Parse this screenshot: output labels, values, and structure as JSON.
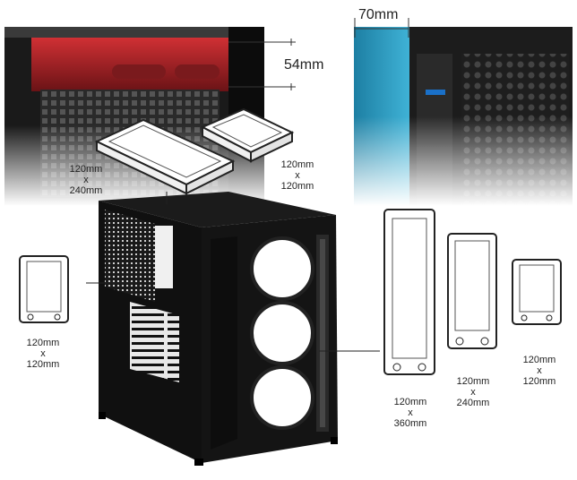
{
  "dimensions": {
    "top_gap": "54mm",
    "side_gap": "70mm"
  },
  "radiators": {
    "top_large": {
      "w": "120mm",
      "x": "x",
      "h": "240mm"
    },
    "top_small": {
      "w": "120mm",
      "x": "x",
      "h": "120mm"
    },
    "rear": {
      "w": "120mm",
      "x": "x",
      "h": "120mm"
    },
    "front_360": {
      "w": "120mm",
      "x": "x",
      "h": "360mm"
    },
    "front_240": {
      "w": "120mm",
      "x": "x",
      "h": "240mm"
    },
    "front_120": {
      "w": "120mm",
      "x": "x",
      "h": "120mm"
    }
  },
  "colors": {
    "top_highlight": "#c0242a",
    "side_highlight": "#2a9fc4",
    "case_black": "#111111"
  }
}
